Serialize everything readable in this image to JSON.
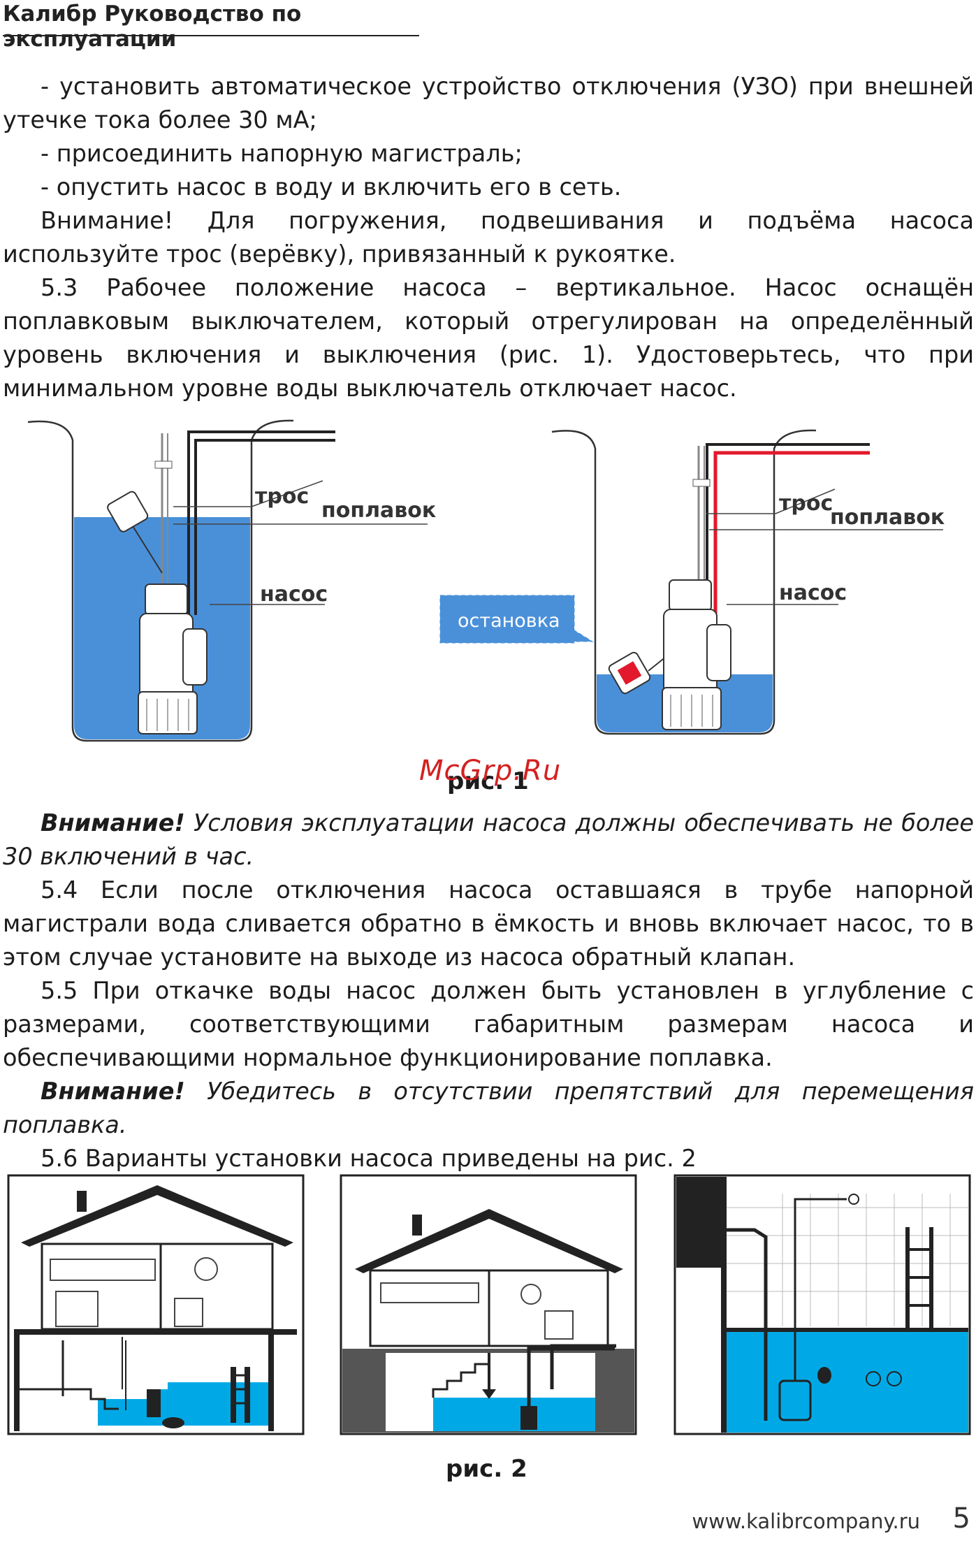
{
  "header": {
    "title": "Калибр Руководство по эксплуатации"
  },
  "para1": "- установить автоматическое устройство отключения (УЗО) при внешней утечке тока более 30 мА;",
  "para2": "- присоединить напорную магистраль;",
  "para3": "- опустить насос в воду и включить его в сеть.",
  "para4": "Внимание! Для погружения, подвешивания и подъёма насоса используйте трос (верёвку), привязанный к рукоятке.",
  "para5": "5.3 Рабочее положение насоса – вертикальное. Насос оснащён поплавковым выключателем, который отрегулирован на определённый уровень включения и выключения (рис. 1). Удостоверьтесь, что при минимальном уровне воды выключатель отключает насос.",
  "fig1": {
    "left_labels": {
      "rope": "трос",
      "float": "поплавок",
      "pump": "насос"
    },
    "right_labels": {
      "rope": "трос",
      "float": "поплавок",
      "pump": "насос",
      "stop": "остановка"
    },
    "caption": "рис. 1"
  },
  "watermark": "McGrp.Ru",
  "warn1_bold": "Внимание!",
  "warn1_text": " Условия эксплуатации насоса должны обеспечивать не более 30 включений в час.",
  "para6": "5.4 Если после отключения насоса оставшаяся в трубе напорной магистрали вода сливается обратно в ёмкость и вновь включает насос, то в этом случае установите на выходе из насоса обратный клапан.",
  "para7": "5.5 При откачке воды насос должен быть установлен в углубление с размерами, соответствующими габаритным размерам насоса и обеспечивающими нормальное функционирование поплавка.",
  "warn2_bold": "Внимание!",
  "warn2_text": " Убедитесь в отсутствии препятствий для перемещения поплавка.",
  "para8": "5.6 Варианты установки насоса приведены на рис. 2",
  "fig2": {
    "caption": "рис. 2"
  },
  "footer": {
    "url": "www.kalibrcompany.ru",
    "page": "5"
  },
  "colors": {
    "water": "#4a90d9",
    "pool_water": "#00a9e6",
    "accent_red": "#e2192c",
    "ground": "#555555"
  }
}
